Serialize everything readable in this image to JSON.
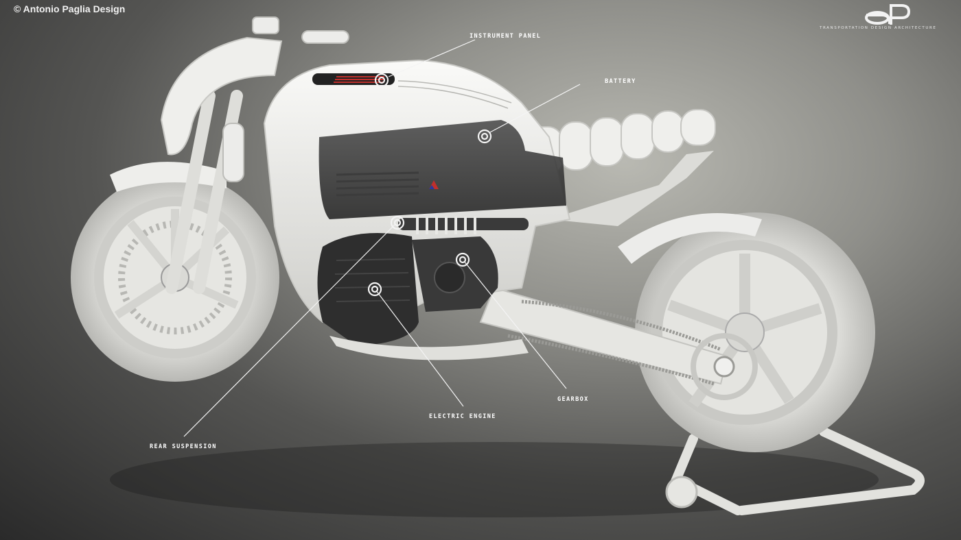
{
  "copyright": "© Antonio Paglia Design",
  "logo": {
    "mark": "ap",
    "tagline": "TRANSPORTATION DESIGN ARCHITECTURE"
  },
  "callouts": {
    "instrument_panel": "INSTRUMENT PANEL",
    "battery": "BATTERY",
    "rear_suspension": "REAR SUSPENSION",
    "electric_engine": "ELECTRIC ENGINE",
    "gearbox": "GEARBOX"
  },
  "colors": {
    "body": "#e8e8e5",
    "label": "#ffffff",
    "battery_accent": "#c0302c"
  }
}
